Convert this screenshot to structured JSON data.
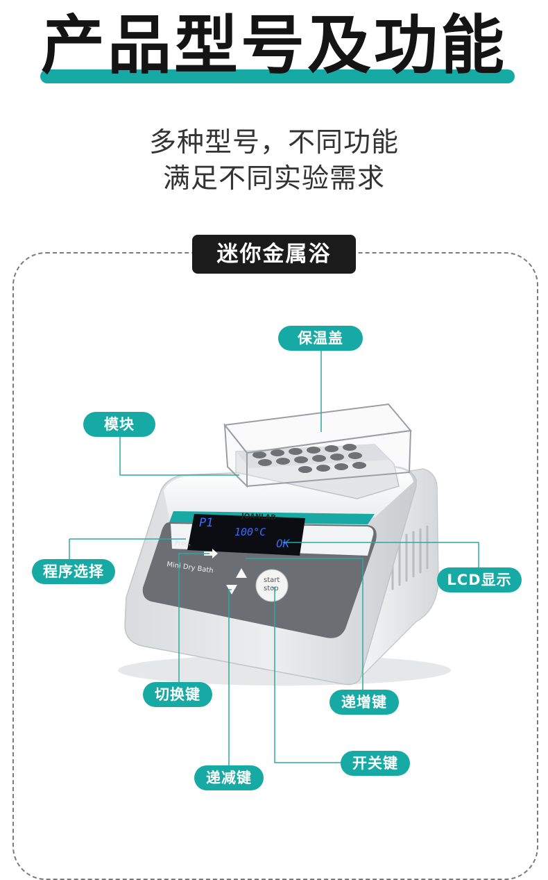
{
  "title": "产品型号及功能",
  "subtitle": {
    "line1": "多种型号，不同功能",
    "line2": "满足不同实验需求"
  },
  "section_tag": "迷你金属浴",
  "device": {
    "brand": "JOANLAB",
    "model_label": "Mini Dry Bath",
    "prog_label": "Prog.",
    "lcd": {
      "program": "P1",
      "temperature": "100°C",
      "status": "OK"
    },
    "start_stop": {
      "line1": "start",
      "line2": "stop"
    }
  },
  "callouts": {
    "lid": "保温盖",
    "module": "模块",
    "program_select": "程序选择",
    "lcd_display": "LCD显示",
    "switch_key": "切换键",
    "increase_key": "递增键",
    "power_key": "开关键",
    "decrease_key": "递减键"
  },
  "colors": {
    "accent": "#17a9a3",
    "dark_tag": "#1b1b1b",
    "lcd_text": "#3b6bff",
    "panel_gray": "#6b6e72"
  }
}
